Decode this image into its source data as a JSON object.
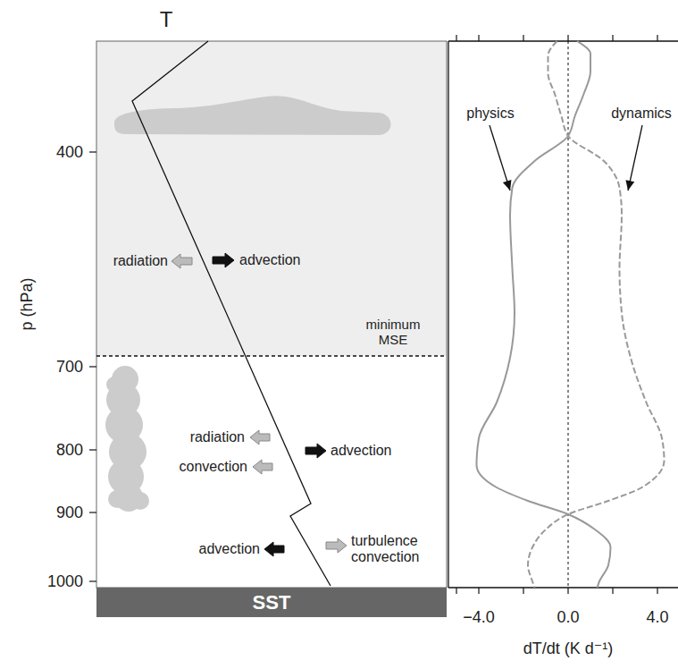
{
  "diagram": {
    "nodes": [
      {
        "text": [
          "SST"
        ]
      }
    ],
    "labels": [
      "T",
      "400",
      "700",
      "800",
      "900",
      "1000",
      "p (hPa)",
      "radiation",
      "advection",
      "minimum MSE",
      "radiation",
      "convection",
      "advection",
      "advection",
      "turbulence convection",
      "physics",
      "dynamics",
      "−4.0",
      "0.0",
      "4.0",
      "dT/dt (K d⁻¹)"
    ]
  }
}
